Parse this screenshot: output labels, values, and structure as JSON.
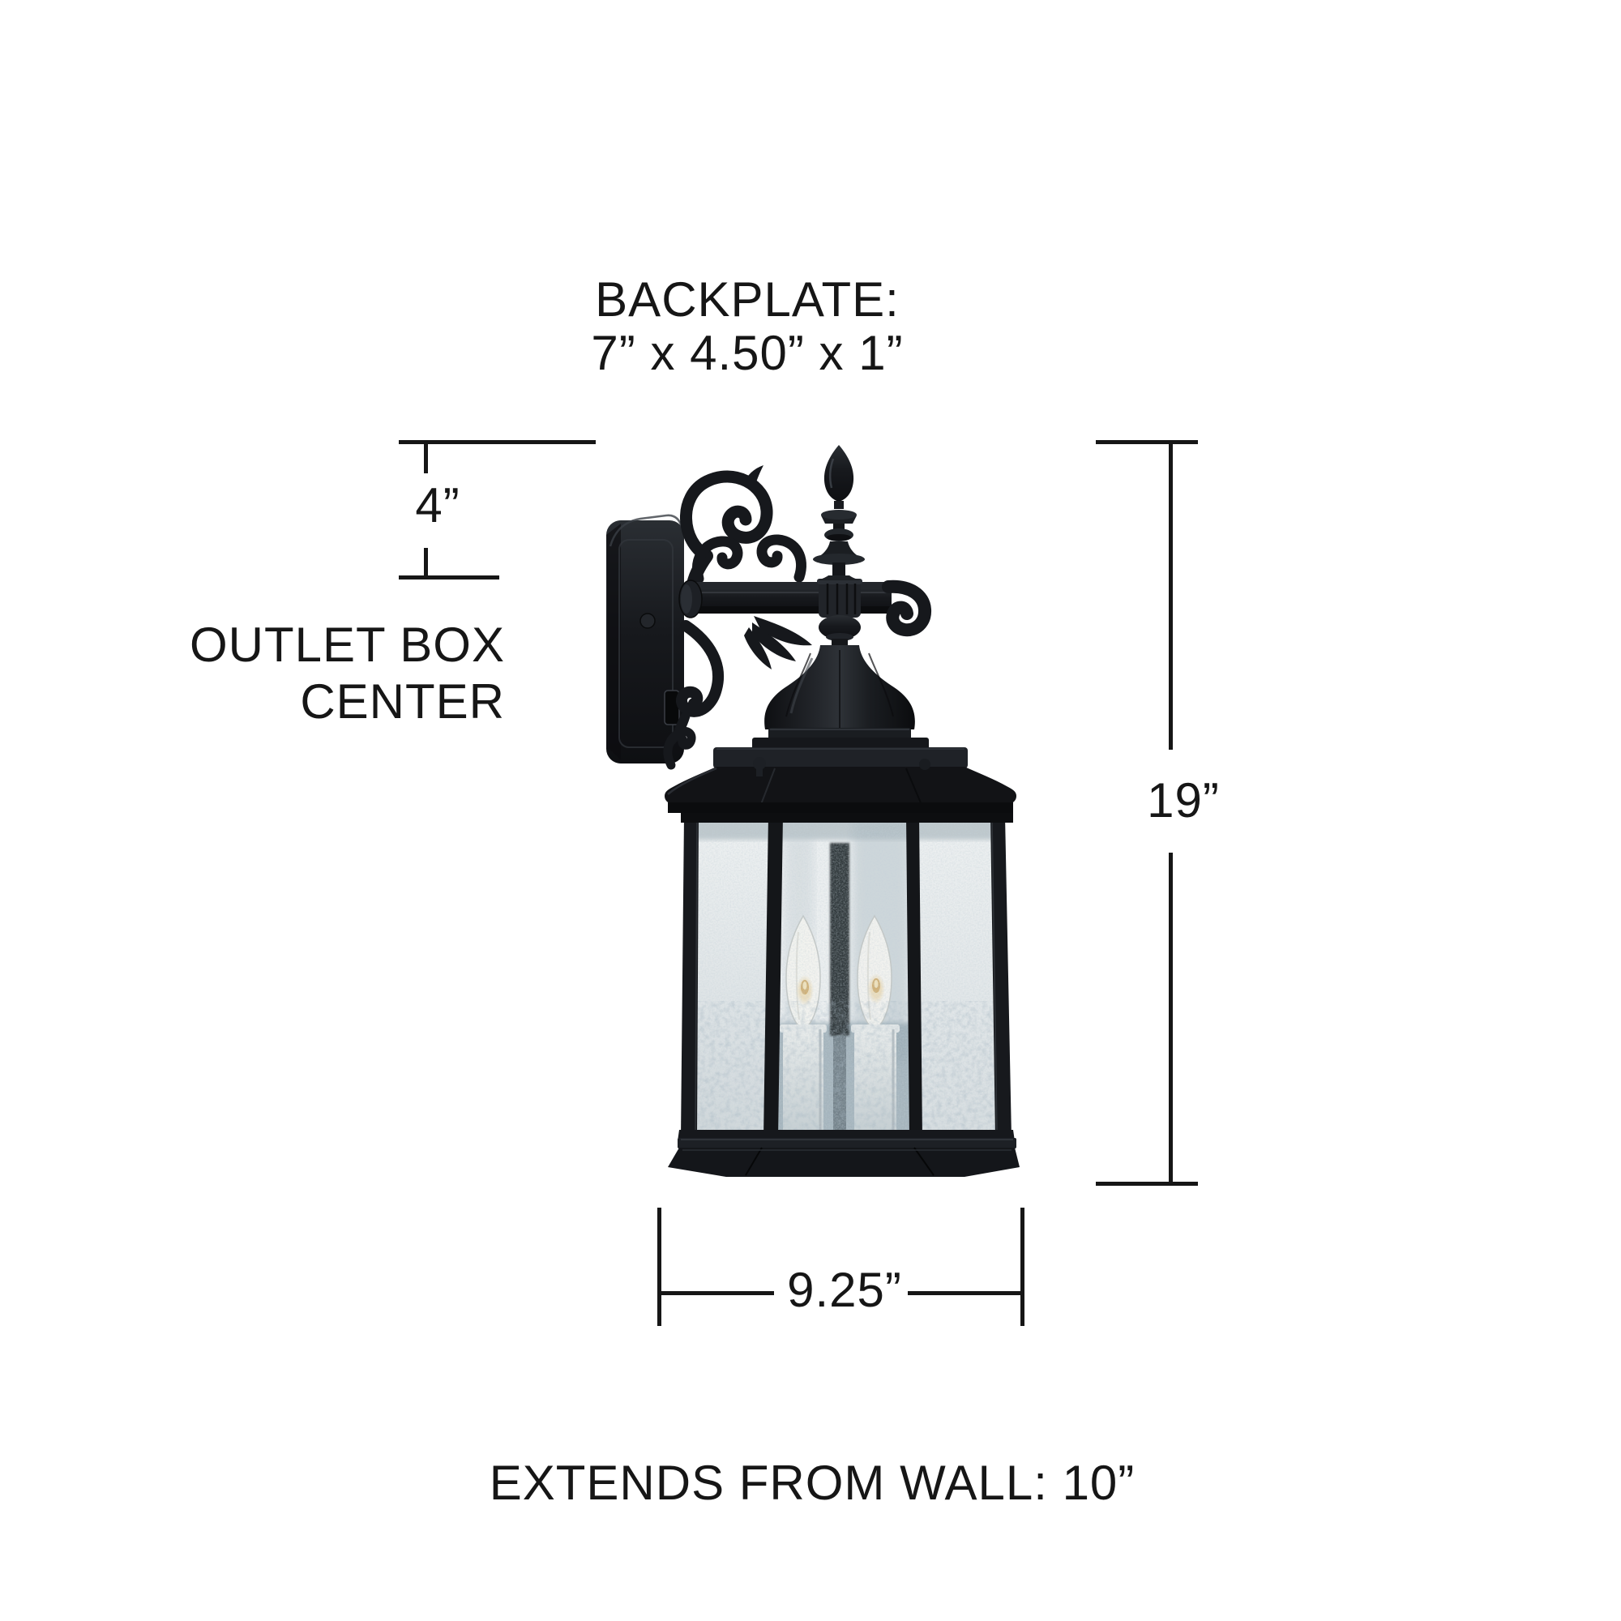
{
  "backplate_label": {
    "line1": "BACKPLATE:",
    "line2": "7” x 4.50” x 1”"
  },
  "dim_outlet_box": {
    "value": "4”",
    "label_line1": "OUTLET BOX",
    "label_line2": "CENTER"
  },
  "dim_height": {
    "value": "19”"
  },
  "dim_width": {
    "value": "9.25”"
  },
  "dim_extension": {
    "label": "EXTENDS FROM WALL: 10”"
  },
  "colors": {
    "ink": "#161616",
    "fixture_black": "#16181c",
    "glass": "#eceff0",
    "background": "#ffffff"
  }
}
